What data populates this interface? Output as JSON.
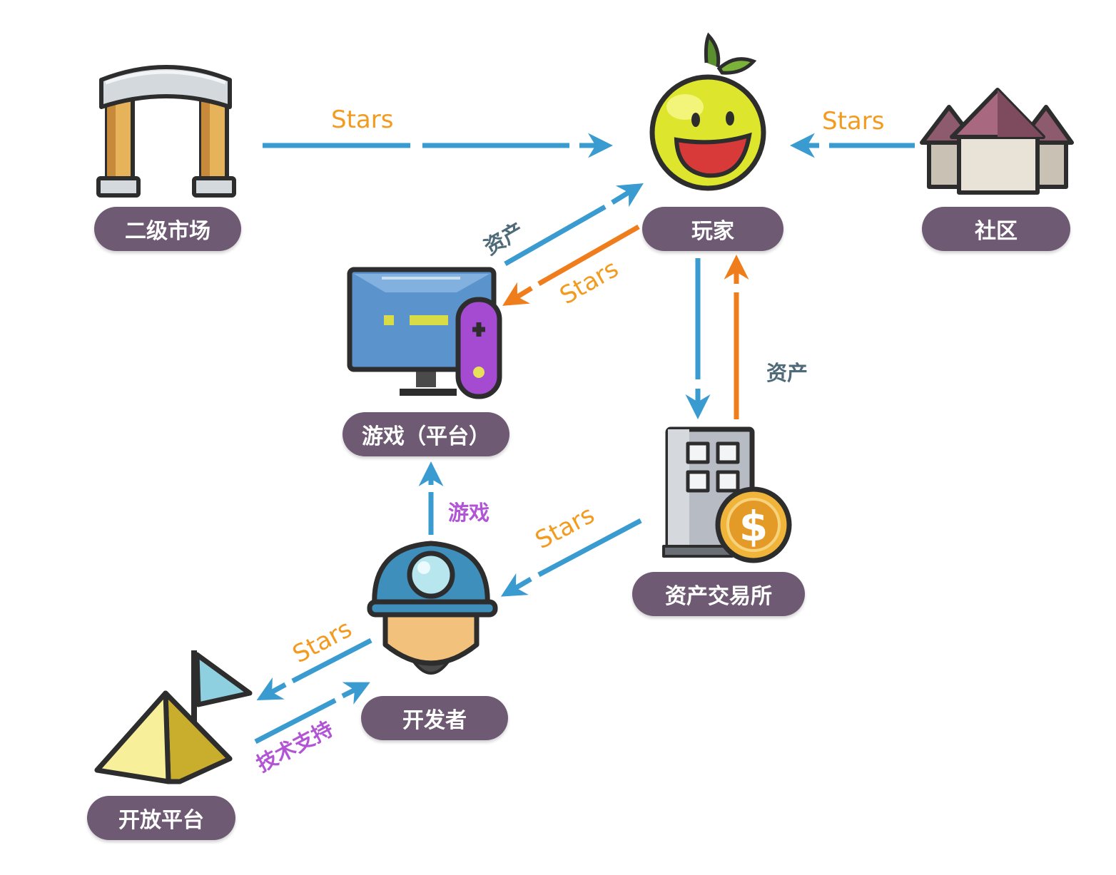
{
  "colors": {
    "pill_bg": "#6f5a73",
    "flow_blue": "#3a9bd0",
    "flow_orange": "#f07d1c",
    "label_orange": "#f39b1f",
    "label_slate": "#4f6a78",
    "label_purple": "#b155d6"
  },
  "nodes": {
    "secondary_market": {
      "label": "二级市场",
      "icon": "arch-gate-icon"
    },
    "player": {
      "label": "玩家",
      "icon": "smiling-fruit-icon"
    },
    "community": {
      "label": "社区",
      "icon": "houses-icon"
    },
    "game_platform": {
      "label": "游戏（平台）",
      "icon": "monitor-gamepad-icon"
    },
    "asset_exchange": {
      "label": "资产交易所",
      "icon": "bank-building-coin-icon"
    },
    "developer": {
      "label": "开发者",
      "icon": "helmet-worker-icon"
    },
    "open_platform": {
      "label": "开放平台",
      "icon": "pyramid-flag-icon"
    }
  },
  "flows": {
    "market_to_player": "Stars",
    "community_to_player": "Stars",
    "game_to_player": "资产",
    "player_to_game": "Stars",
    "exchange_to_player": "资产",
    "exchange_to_developer": "Stars",
    "developer_to_game": "游戏",
    "developer_to_open": "Stars",
    "open_to_developer": "技术支持"
  }
}
